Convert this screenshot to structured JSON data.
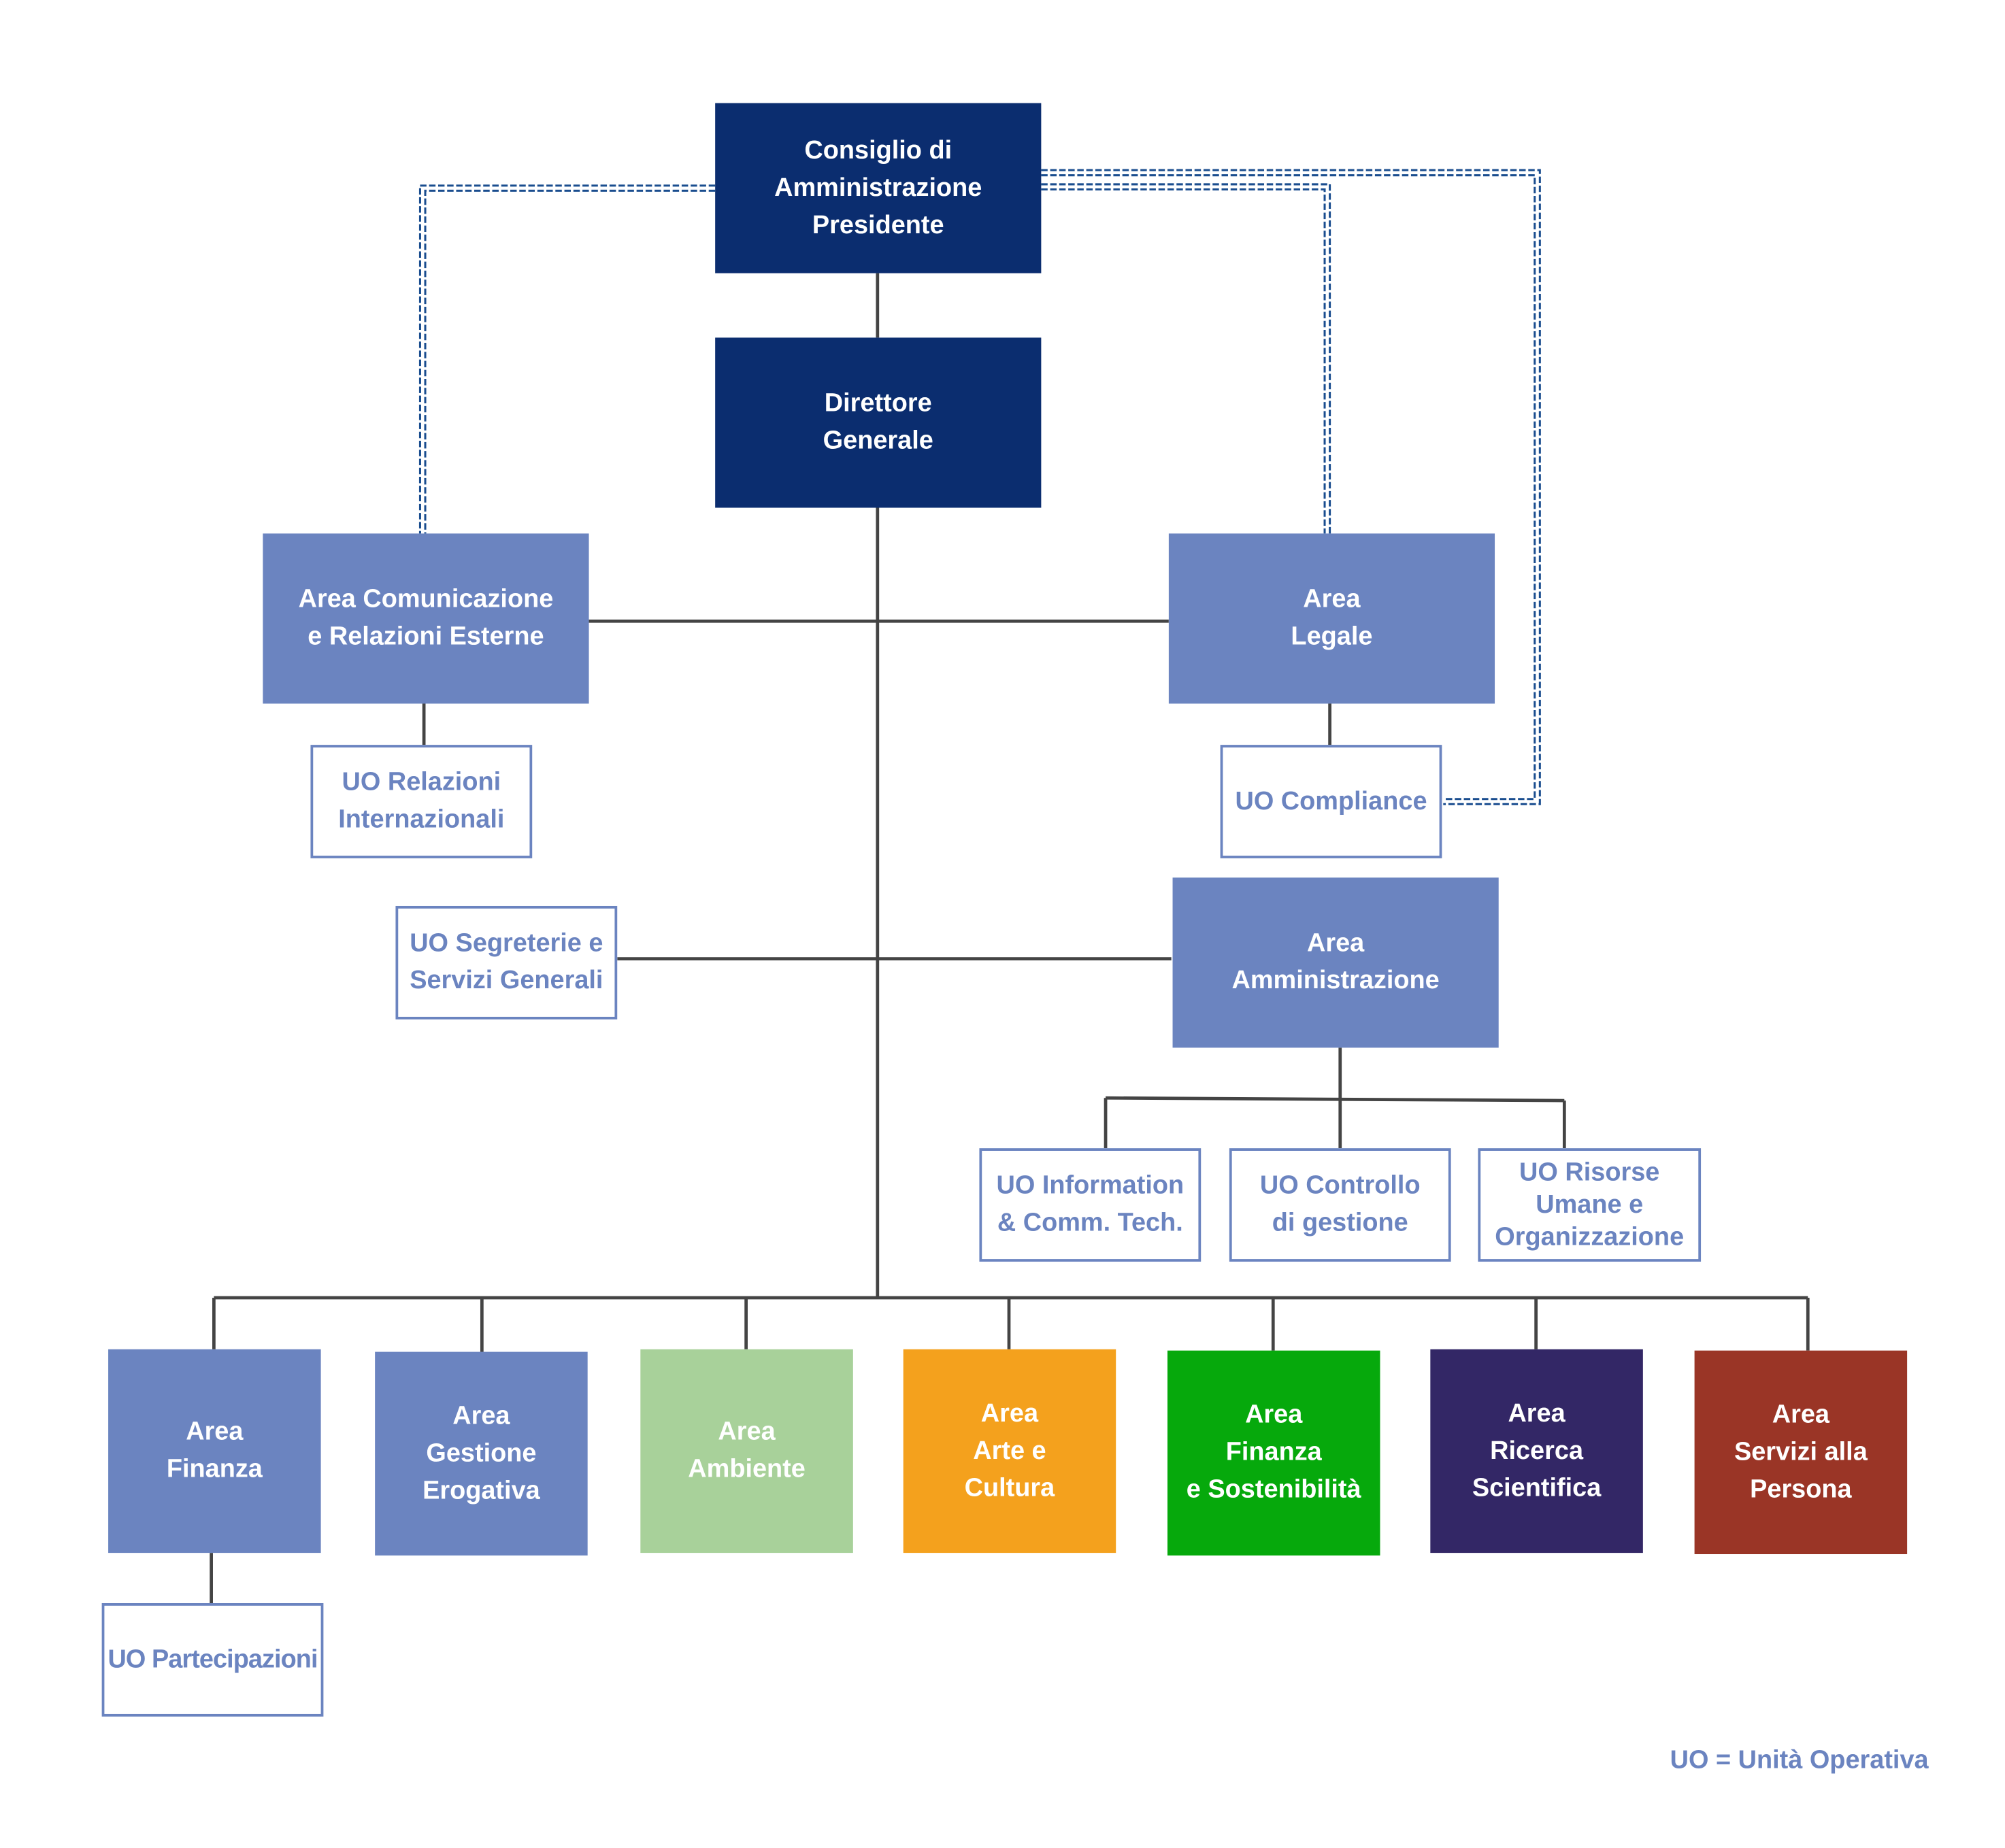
{
  "colors": {
    "dark_blue": "#0b2d6f",
    "area_blue": "#6b84c0",
    "ambiente": "#a8d19a",
    "arte": "#f4a11d",
    "sostenibilita": "#06a90c",
    "ricerca": "#332766",
    "persona": "#9a3526",
    "connector": "#444444",
    "dotted_link": "#1a4d8f"
  },
  "nodes": {
    "cda": "Consiglio di\nAmministrazione\nPresidente",
    "dg": "Direttore\nGenerale",
    "comunicazione": "Area Comunicazione\ne Relazioni Esterne",
    "legale": "Area\nLegale",
    "uo_relazioni": "UO Relazioni\nInternazionali",
    "uo_compliance": "UO Compliance",
    "uo_segreterie": "UO Segreterie e\nServizi Generali",
    "amministrazione": "Area\nAmministrazione",
    "uo_ict": "UO Information\n& Comm. Tech.",
    "uo_controllo": "UO Controllo\ndi gestione",
    "uo_risorse": "UO Risorse\nUmane e\nOrganizzazione",
    "finanza": "Area\nFinanza",
    "gestione": "Area\nGestione\nErogativa",
    "ambiente": "Area\nAmbiente",
    "arte": "Area\nArte e\nCultura",
    "sostenibilita": "Area\nFinanza\ne Sostenibilità",
    "ricerca": "Area\nRicerca\nScientifica",
    "persona": "Area\nServizi alla\nPersona",
    "uo_partecipazioni": "UO Partecipazioni"
  },
  "legend": "UO = Unità Operativa"
}
